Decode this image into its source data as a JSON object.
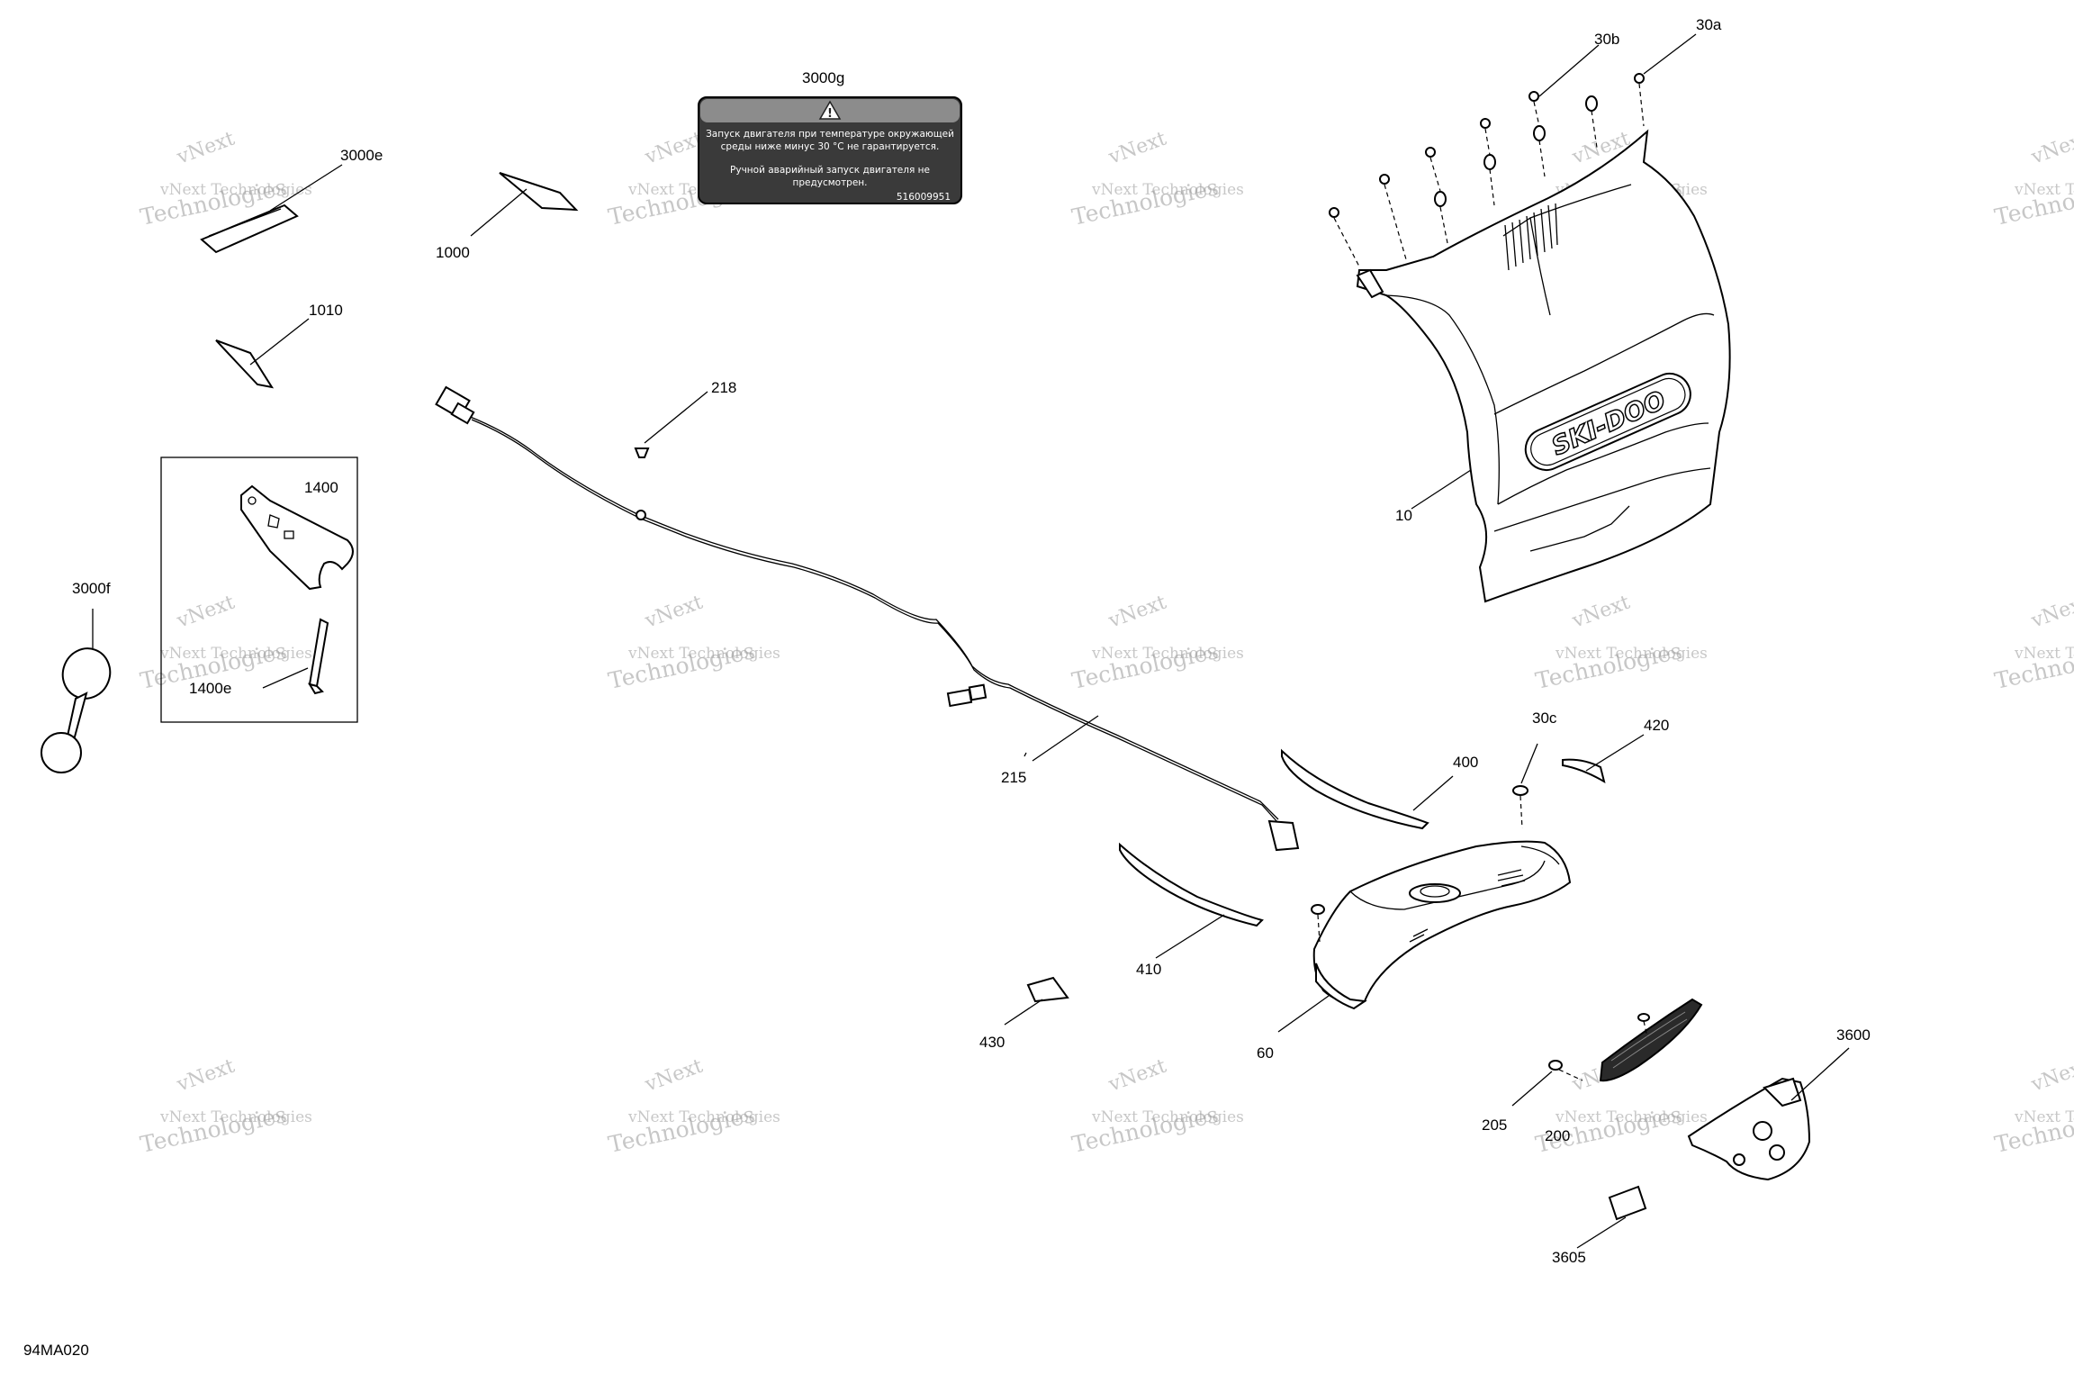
{
  "diagram_code": "94MA020",
  "callouts": {
    "c3000g": "3000g",
    "c30b": "30b",
    "c30a": "30a",
    "c3000e": "3000e",
    "c1000": "1000",
    "c1010": "1010",
    "c218": "218",
    "c1400": "1400",
    "c1400e": "1400e",
    "c3000f": "3000f",
    "c10": "10",
    "c215": "215",
    "c30c": "30c",
    "c420": "420",
    "c400": "400",
    "c410": "410",
    "c430": "430",
    "c60": "60",
    "c3600": "3600",
    "c205": "205",
    "c200": "200",
    "c3605": "3605"
  },
  "warning_decal": {
    "line1": "Запуск двигателя при температуре окружающей",
    "line2": "среды ниже минус 30 °C не гарантируется.",
    "line3": "Ручной аварийный запуск двигателя не",
    "line4": "предусмотрен.",
    "part_number": "516009951"
  },
  "brand_logo": "SKI-DOO",
  "watermark": {
    "line1": "vNext",
    "line2": "vNext Technologies",
    "line3": "Technologies"
  }
}
